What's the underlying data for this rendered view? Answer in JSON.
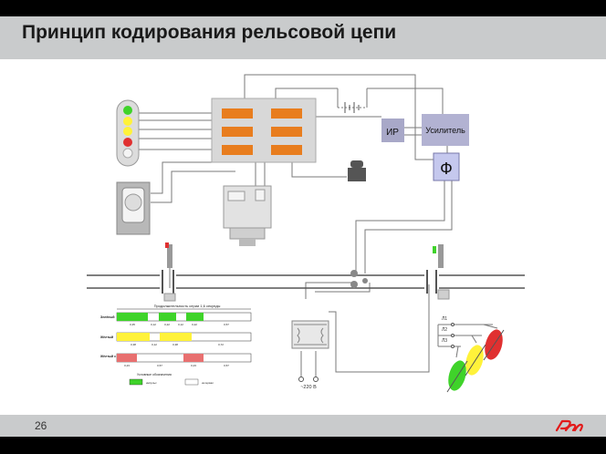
{
  "slide": {
    "title": "Принцип кодирования рельсовой цепи",
    "page_number": "26"
  },
  "diagram": {
    "ir_label": "ИР",
    "amplifier_label": "Усилитель",
    "filter_label": "Ф",
    "voltage_label": "~220 В",
    "relay_labels": [
      "Л1",
      "Л2",
      "Л3"
    ]
  },
  "timing_chart": {
    "title": "Продолжительность серии 1,6 секунды",
    "rows": [
      {
        "label": "Зелёный",
        "intervals": [
          "0,35",
          "0,12",
          "0,22",
          "0,12",
          "0,22",
          "0,57"
        ]
      },
      {
        "label": "Жёлтый",
        "intervals": [
          "0,38",
          "0,12",
          "0,38",
          "0,72"
        ]
      },
      {
        "label": "Жёлтый с красным",
        "intervals": [
          "0,23",
          "0,57",
          "0,23",
          "0,57"
        ]
      }
    ],
    "legend_title": "Условные обозначения",
    "legend_items": [
      {
        "label": "импульс",
        "color": "#3fd32a"
      },
      {
        "label": "интервал",
        "color": "#ffffff"
      }
    ]
  },
  "colors": {
    "titlebar": "#c9cbcc",
    "code_block": "#e87d1e",
    "ir_block": "#a8a8c8",
    "amplifier_block": "#b2b2d2",
    "filter_block": "#c5c8ee",
    "green": "#3fd32a",
    "yellow": "#fff23a",
    "red": "#e03030",
    "logo_red": "#e21a1a"
  }
}
